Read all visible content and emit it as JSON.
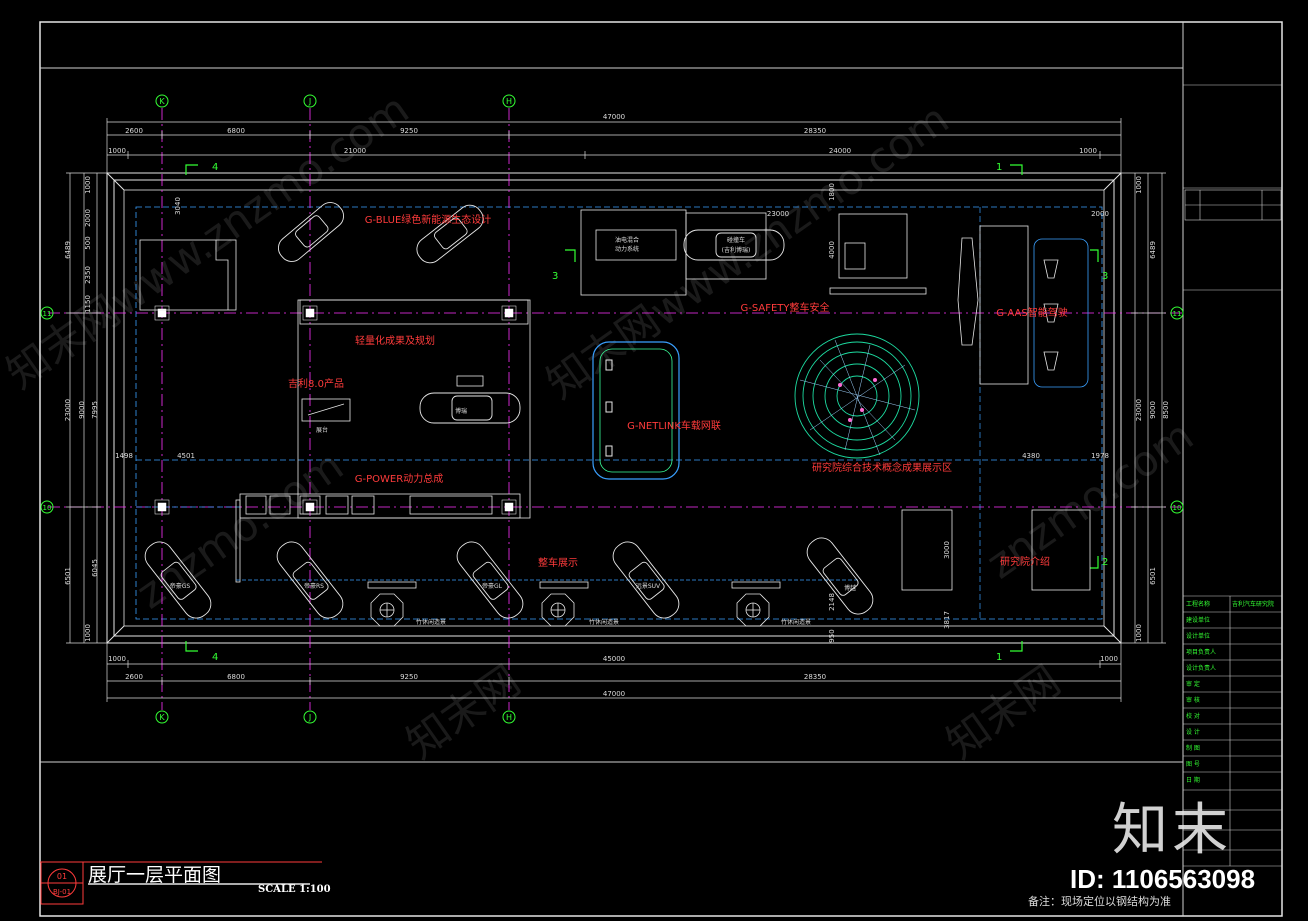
{
  "drawing": {
    "title": "展厅一层平面图",
    "scale": "SCALE 1:100",
    "sheet_top": "01",
    "sheet_bottom": "BJ-01",
    "note": "备注：现场定位以钢结构为准",
    "watermark_logo": "知末",
    "watermark_id": "ID: 1106563098",
    "watermark_text": [
      "知末网www.znzmo.com",
      "znzmo.com",
      "知末网"
    ]
  },
  "grid_axes": {
    "top": [
      "K",
      "J",
      "H"
    ],
    "left": [
      "11",
      "10"
    ],
    "right": [
      "11",
      "10"
    ]
  },
  "section_marks": [
    "4",
    "1",
    "3",
    "2"
  ],
  "dimensions": {
    "total_width": "47000",
    "top_row1": [
      "2600",
      "6800",
      "9250",
      "28350"
    ],
    "top_row2": [
      "1000",
      "21000",
      "24000",
      "1000"
    ],
    "bottom_row1": [
      "1000",
      "45000",
      "1000"
    ],
    "bottom_row2": [
      "2600",
      "6800",
      "9250",
      "28350"
    ],
    "left_outer": [
      "1000",
      "2000",
      "500",
      "2350",
      "1150",
      "23000",
      "9000",
      "7995",
      "6045",
      "6501",
      "1000"
    ],
    "left_labels": [
      "6489"
    ],
    "right_outer": [
      "1000",
      "6489",
      "9000",
      "23000",
      "8500",
      "6501",
      "1000"
    ],
    "inner": [
      "23000",
      "2000",
      "4000",
      "1800",
      "1498",
      "4501",
      "4380",
      "1978",
      "3000",
      "2148",
      "3817",
      "950",
      "3040"
    ]
  },
  "zones": {
    "g_blue": "G-BLUE绿色新能源生态设计",
    "g_safety": "G-SAFETY整车安全",
    "g_aas": "G-AAS智能驾驶",
    "lightweight": "轻量化成果及规划",
    "geely_product": "吉利8.0产品",
    "g_netlink": "G-NETLINK车载网联",
    "g_power": "G-POWER动力总成",
    "research_concept": "研究院综合技术概念成果展示区",
    "research_intro": "研究院介绍",
    "vehicle_show": "整车展示"
  },
  "small_labels": {
    "crash_car": "碰撞车",
    "crash_car_sub": "(吉利博瑞)",
    "hybrid": "油电混合",
    "hybrid_sub": "动力系统",
    "bori": "博瑞",
    "bori2": "博越",
    "display_stand": "展台",
    "car_gs": "帝豪GS",
    "car_rs": "帝豪RS",
    "car_gl": "帝豪GL",
    "car_suv": "远景SUV",
    "bamboo1": "竹休闲造景",
    "bamboo2": "竹休闲造景",
    "bamboo3": "竹休闲造景"
  },
  "title_block": {
    "rows": [
      "工程名称",
      "吉利汽车研究院",
      "建设单位",
      "设计单位",
      "项目负责人",
      "设计负责人",
      "审 定",
      "审 核",
      "校 对",
      "设 计",
      "制 图",
      "图 号",
      "日 期"
    ]
  }
}
